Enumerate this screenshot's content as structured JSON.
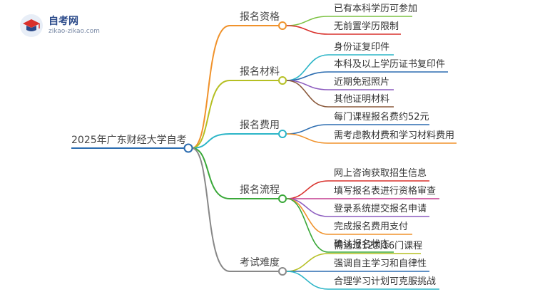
{
  "logo": {
    "title": "自考网",
    "subtitle": "zikao-zikao.com",
    "icon": "graduation-cap-icon"
  },
  "mindmap": {
    "root": "2025年广东财经大学自考",
    "branches": [
      {
        "label": "报名资格",
        "color": "#f0922b",
        "children": [
          {
            "label": "已有本科学历可参加",
            "color": "#7cc242"
          },
          {
            "label": "无前置学历限制",
            "color": "#d9312c"
          }
        ]
      },
      {
        "label": "报名材料",
        "color": "#b5bf22",
        "children": [
          {
            "label": "身份证复印件",
            "color": "#2bb5c7"
          },
          {
            "label": "本科及以上学历证书复印件",
            "color": "#2b6cb0"
          },
          {
            "label": "近期免冠照片",
            "color": "#8c5bbf"
          },
          {
            "label": "其他证明材料",
            "color": "#8b5a3c"
          }
        ]
      },
      {
        "label": "报名费用",
        "color": "#2bb5c7",
        "children": [
          {
            "label": "每门课程报名费约52元",
            "color": "#2b6cb0"
          },
          {
            "label": "需考虑教材费和学习材料费用",
            "color": "#f0922b"
          }
        ]
      },
      {
        "label": "报名流程",
        "color": "#3aa839",
        "children": [
          {
            "label": "网上咨询获取招生信息",
            "color": "#d9312c"
          },
          {
            "label": "填写报名表进行资格审查",
            "color": "#c43b8f"
          },
          {
            "label": "登录系统提交报名申请",
            "color": "#8c5bbf"
          },
          {
            "label": "完成报名费用支付",
            "color": "#f0922b"
          },
          {
            "label": "确认报名状态",
            "color": "#3aa839"
          }
        ]
      },
      {
        "label": "考试难度",
        "color": "#888888",
        "children": [
          {
            "label": "需通过12到16门课程",
            "color": "#b5bf22"
          },
          {
            "label": "强调自主学习和自律性",
            "color": "#2b6cb0"
          },
          {
            "label": "合理学习计划可克服挑战",
            "color": "#2bb5c7"
          }
        ]
      }
    ]
  }
}
